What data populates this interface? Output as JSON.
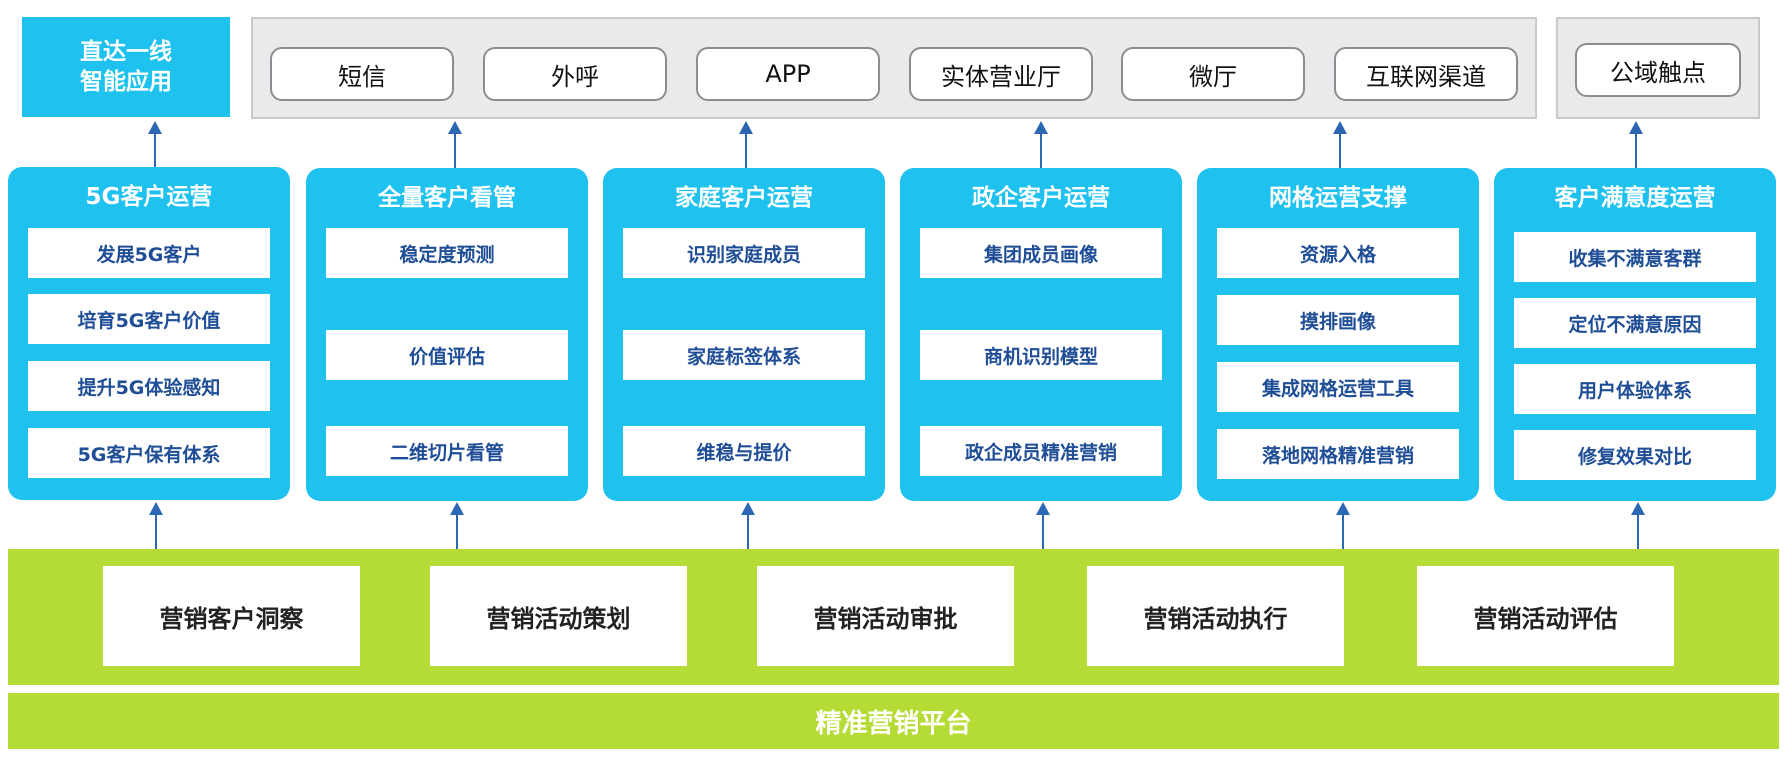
{
  "direct_label": {
    "line1": "直达一线",
    "line2": "智能应用"
  },
  "channels": [
    "短信",
    "外呼",
    "APP",
    "实体营业厅",
    "微厅",
    "互联网渠道"
  ],
  "public_touch": "公域触点",
  "columns": [
    {
      "title": "5G客户运营",
      "items": [
        "发展5G客户",
        "培育5G客户价值",
        "提升5G体验感知",
        "5G客户保有体系"
      ]
    },
    {
      "title": "全量客户看管",
      "items": [
        "稳定度预测",
        "价值评估",
        "二维切片看管"
      ]
    },
    {
      "title": "家庭客户运营",
      "items": [
        "识别家庭成员",
        "家庭标签体系",
        "维稳与提价"
      ]
    },
    {
      "title": "政企客户运营",
      "items": [
        "集团成员画像",
        "商机识别模型",
        "政企成员精准营销"
      ]
    },
    {
      "title": "网格运营支撑",
      "items": [
        "资源入格",
        "摸排画像",
        "集成网格运营工具",
        "落地网格精准营销"
      ]
    },
    {
      "title": "客户满意度运营",
      "items": [
        "收集不满意客群",
        "定位不满意原因",
        "用户体验体系",
        "修复效果对比"
      ]
    }
  ],
  "steps": [
    "营销客户洞察",
    "营销活动策划",
    "营销活动审批",
    "营销活动执行",
    "营销活动评估"
  ],
  "platform": "精准营销平台",
  "colors": {
    "cyan": "#1fc2ef",
    "green": "#b5dc35",
    "navy": "#1f4e96",
    "arrow": "#2c67b4"
  }
}
